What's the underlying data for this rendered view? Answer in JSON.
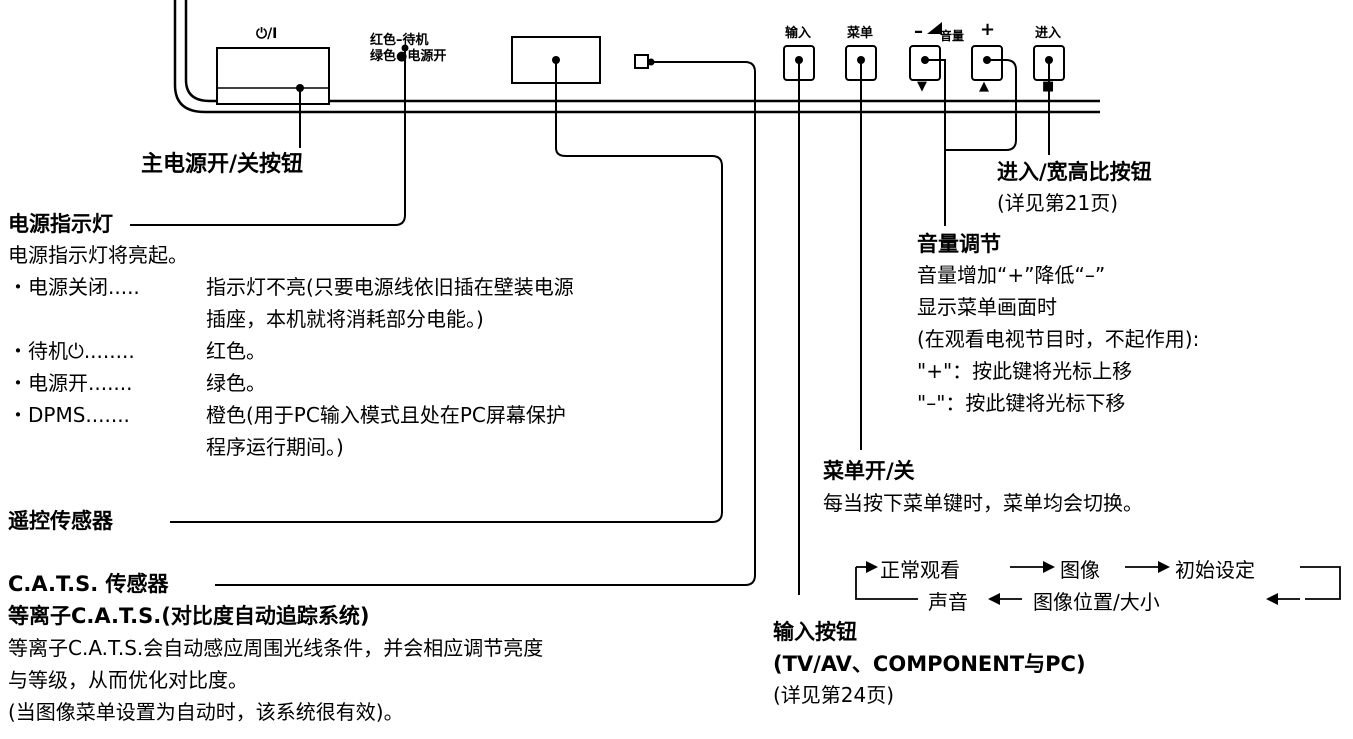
{
  "panel": {
    "power_symbol": "⏻/I",
    "led_legend_line1": "红色–待机",
    "led_legend_line2": "绿色●电源开",
    "btn_input": "输入",
    "btn_menu": "菜单",
    "btn_vol_minus": "–",
    "btn_vol_label": "音量",
    "btn_vol_plus": "+",
    "btn_enter": "进入",
    "arrow_down": "▼",
    "arrow_up": "▲",
    "square": "■"
  },
  "main_power": {
    "title": "主电源开/关按钮"
  },
  "power_indicator": {
    "title": "电源指示灯",
    "desc": "电源指示灯将亮起。",
    "items": [
      {
        "key": "・电源关闭.....",
        "value": "指示灯不亮(只要电源线依旧插在壁装电源",
        "value2": "插座，本机就将消耗部分电能。)"
      },
      {
        "key": "・待机⏻........",
        "value": "红色。"
      },
      {
        "key": "・电源开.......",
        "value": "绿色。"
      },
      {
        "key": "・DPMS.......",
        "value": "橙色(用于PC输入模式且处在PC屏幕保护",
        "value2": "程序运行期间。)"
      }
    ]
  },
  "remote_sensor": {
    "title": "遥控传感器"
  },
  "cats": {
    "title": "C.A.T.S. 传感器",
    "subtitle": "等离子C.A.T.S.(对比度自动追踪系统)",
    "line1": "等离子C.A.T.S.会自动感应周围光线条件，并会相应调节亮度",
    "line2": "与等级，从而优化对比度。",
    "line3": "(当图像菜单设置为自动时，该系统很有效)。"
  },
  "enter_button": {
    "title": "进入/宽高比按钮",
    "note": "(详见第21页)"
  },
  "volume": {
    "title": "音量调节",
    "line1": "音量增加“+”降低“–”",
    "line2": "显示菜单画面时",
    "line3": "(在观看电视节目时，不起作用):",
    "line4": "\"+\"：按此键将光标上移",
    "line5": "\"–\"：按此键将光标下移"
  },
  "menu": {
    "title": "菜单开/关",
    "desc": "每当按下菜单键时，菜单均会切换。",
    "flow_top": [
      "正常观看",
      "图像",
      "初始设定"
    ],
    "flow_bottom": [
      "声音",
      "图像位置/大小"
    ]
  },
  "input_button": {
    "title": "输入按钮",
    "subtitle": "(TV/AV、COMPONENT与PC)",
    "note": "(详见第24页)"
  }
}
